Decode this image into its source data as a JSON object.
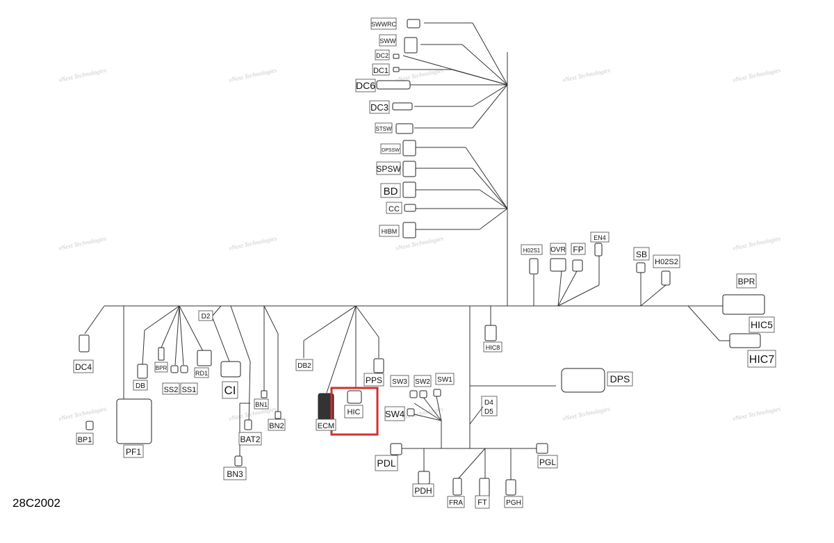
{
  "diagram": {
    "figure_code": "28C2002",
    "highlight_color": "#d32f2f",
    "line_color": "#333333",
    "watermark": {
      "line1": "vNext Technologies",
      "line2": "vNext",
      "line3": "Technologies"
    },
    "labels": {
      "SWWRC": "SWWRC",
      "SWW": "SWW",
      "DC2": "DC2",
      "DC1": "DC1",
      "DC6": "DC6",
      "DC3": "DC3",
      "STSW": "STSW",
      "DPSSW": "DPSSW",
      "SPSW": "SPSW",
      "BD": "BD",
      "CC": "CC",
      "HIBM": "HIBM",
      "H02S1": "H02S1",
      "OVR": "OVR",
      "FP": "FP",
      "EN4": "EN4",
      "SB": "SB",
      "H02S2": "H02S2",
      "BPR_R": "BPR",
      "HIC5": "HIC5",
      "HIC7": "HIC7",
      "HIC8": "HIC8",
      "DPS": "DPS",
      "D2": "D2",
      "DC4": "DC4",
      "DB": "DB",
      "BPR_L": "BPR",
      "SS2": "SS2",
      "SS1": "SS1",
      "RD1": "RD1",
      "CI": "CI",
      "BN1": "BN1",
      "BN2": "BN2",
      "BAT2": "BAT2",
      "BN3": "BN3",
      "BP1": "BP1",
      "PF1": "PF1",
      "DB2": "DB2",
      "ECM": "ECM",
      "HIC": "HIC",
      "PPS": "PPS",
      "SW3": "SW3",
      "SW2": "SW2",
      "SW1": "SW1",
      "SW4": "SW4",
      "D4": "D4",
      "D5": "D5",
      "PDL": "PDL",
      "PDH": "PDH",
      "FRA": "FRA",
      "FT": "FT",
      "PGH": "PGH",
      "PGL": "PGL"
    }
  }
}
